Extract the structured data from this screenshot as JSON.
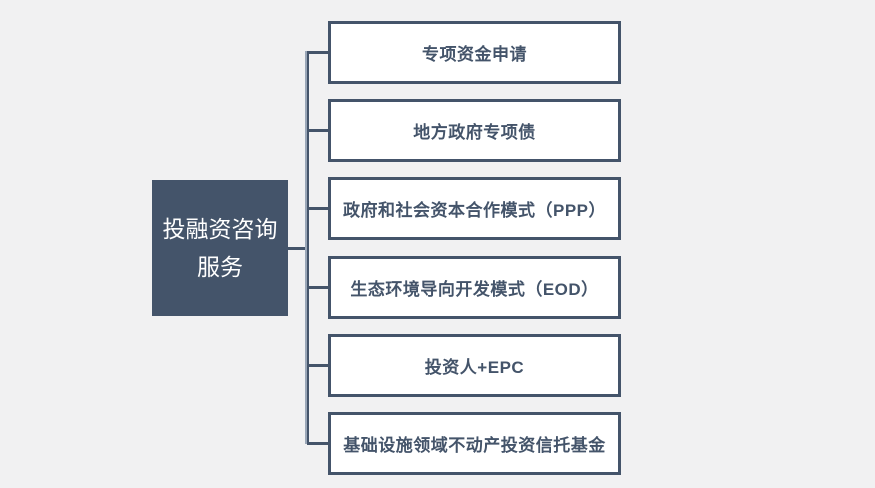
{
  "canvas": {
    "background_color": "#f1f1f2",
    "accent_color": "#44546a"
  },
  "diagram": {
    "root": {
      "lines": [
        "投融资咨询",
        "服务"
      ],
      "fill_color": "#44546a",
      "text_color": "#ffffff"
    },
    "branches": [
      {
        "label": "专项资金申请"
      },
      {
        "label": "地方政府专项债"
      },
      {
        "label": "政府和社会资本合作模式（PPP）"
      },
      {
        "label": "生态环境导向开发模式（EOD）"
      },
      {
        "label": "投资人+EPC"
      },
      {
        "label": "基础设施领域不动产投资信托基金"
      }
    ]
  }
}
